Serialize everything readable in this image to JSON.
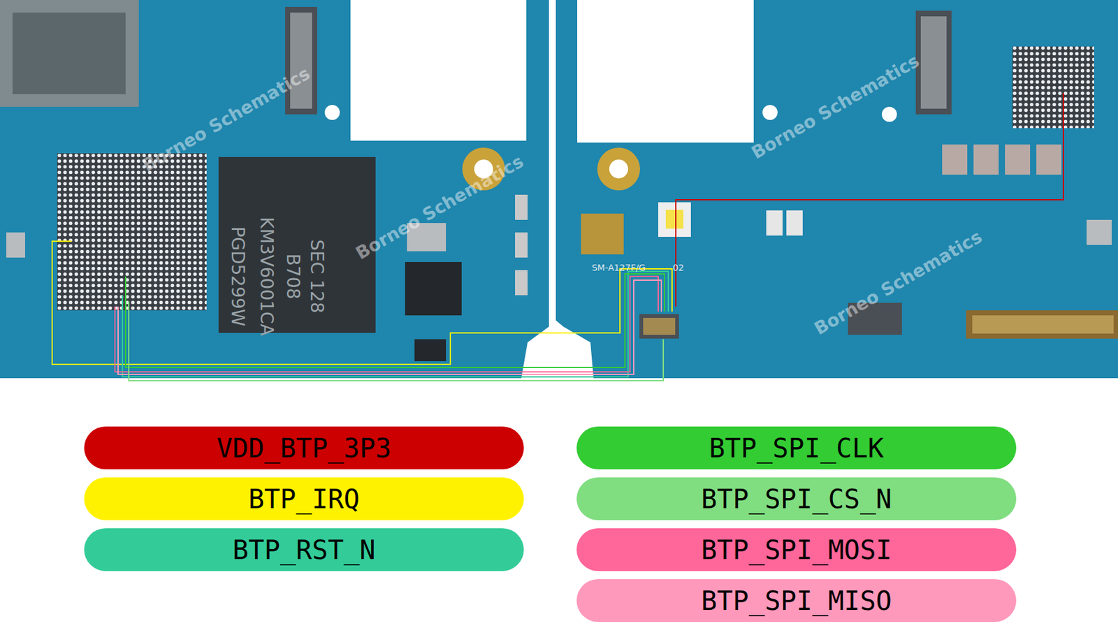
{
  "diagram": {
    "labels": [
      "PGD5299W",
      "KM3V6001CA",
      "B708",
      "SEC 128",
      "SM-A127F/G",
      "02",
      "Borneo Schematics",
      "Borneo Schematics",
      "Borneo Schematics",
      "Borneo Schematics"
    ],
    "legend": [
      {
        "text": "VDD_BTP_3P3",
        "color": "#cc0000"
      },
      {
        "text": "BTP_IRQ",
        "color": "#fff200"
      },
      {
        "text": "BTP_RST_N",
        "color": "#33cc99"
      },
      {
        "text": "BTP_SPI_CLK",
        "color": "#33cc33"
      },
      {
        "text": "BTP_SPI_CS_N",
        "color": "#80dd80"
      },
      {
        "text": "BTP_SPI_MOSI",
        "color": "#ff6699"
      },
      {
        "text": "BTP_SPI_MISO",
        "color": "#ff99bb"
      }
    ]
  }
}
